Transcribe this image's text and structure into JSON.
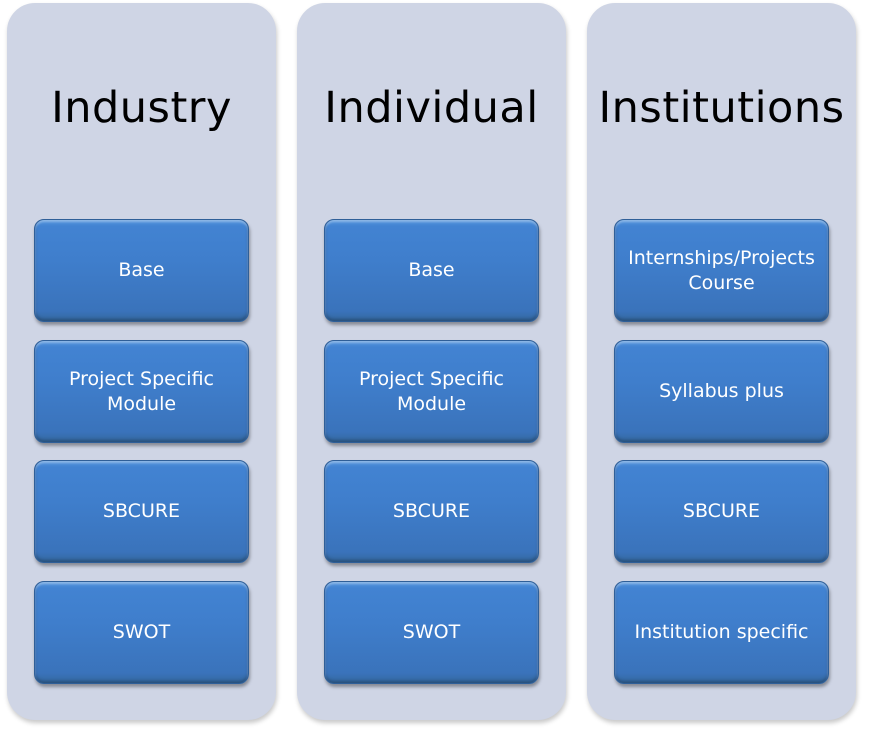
{
  "columns": [
    {
      "title": "Industry",
      "items": [
        "Base",
        "Project Specific\nModule",
        "SBCURE",
        "SWOT"
      ]
    },
    {
      "title": "Individual",
      "items": [
        "Base",
        "Project Specific\nModule",
        "SBCURE",
        "SWOT"
      ]
    },
    {
      "title": "Institutions",
      "items": [
        "Internships/Projects\nCourse",
        "Syllabus plus",
        "SBCURE",
        "Institution specific"
      ]
    }
  ],
  "colors": {
    "column_background": "#cfd5e5",
    "box_fill": "#3f7ecc",
    "box_text": "#ffffff",
    "title_text": "#000000"
  }
}
